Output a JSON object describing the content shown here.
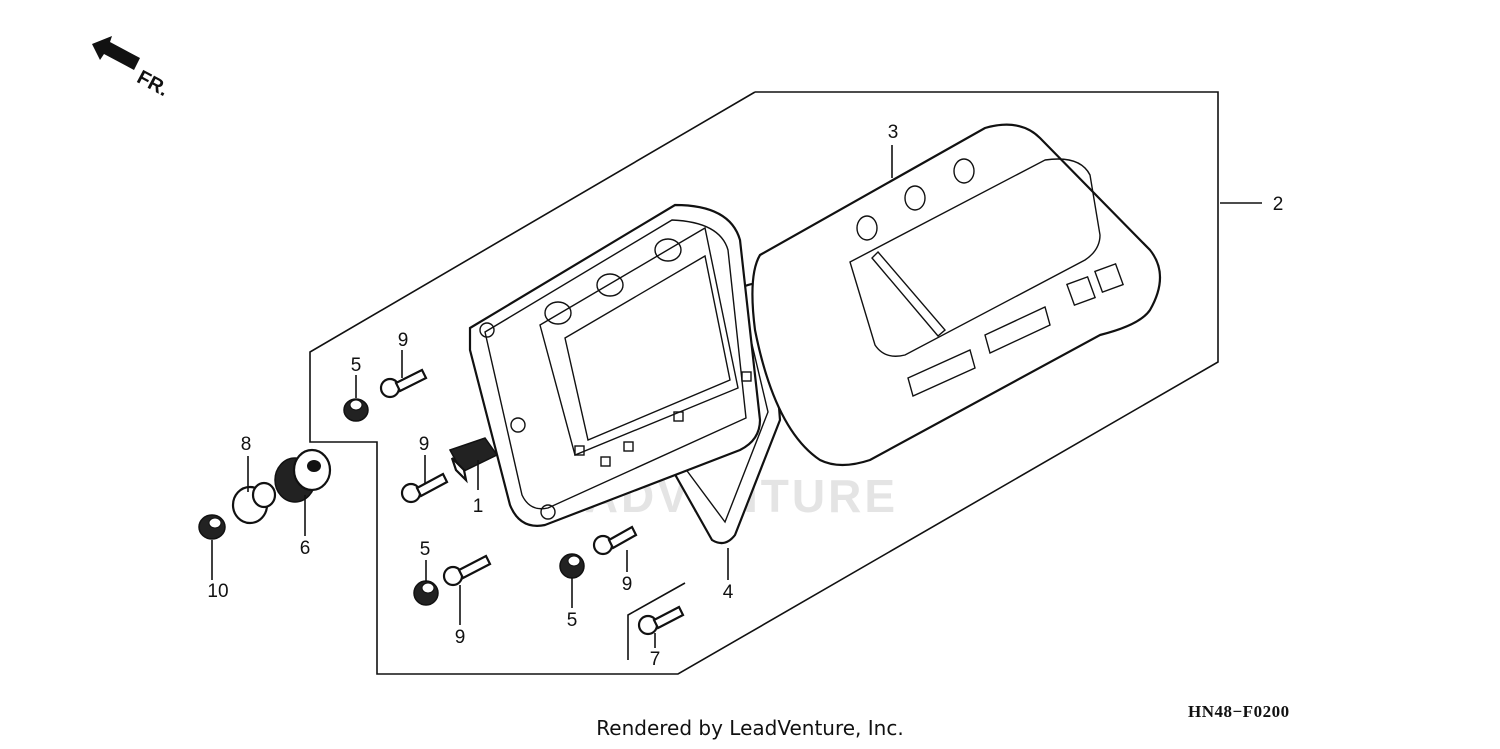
{
  "diagram": {
    "watermark": "LEADVENTURE",
    "direction_label": "FR.",
    "callouts": [
      {
        "id": "1",
        "text": "1"
      },
      {
        "id": "2",
        "text": "2"
      },
      {
        "id": "3",
        "text": "3"
      },
      {
        "id": "4",
        "text": "4"
      },
      {
        "id": "5a",
        "text": "5"
      },
      {
        "id": "5b",
        "text": "5"
      },
      {
        "id": "5c",
        "text": "5"
      },
      {
        "id": "6",
        "text": "6"
      },
      {
        "id": "7",
        "text": "7"
      },
      {
        "id": "8",
        "text": "8"
      },
      {
        "id": "9a",
        "text": "9"
      },
      {
        "id": "9b",
        "text": "9"
      },
      {
        "id": "9c",
        "text": "9"
      },
      {
        "id": "9d",
        "text": "9"
      },
      {
        "id": "10",
        "text": "10"
      }
    ]
  },
  "footer": {
    "rendered_by": "Rendered by LeadVenture, Inc.",
    "diagram_code": "HN48−F0200"
  }
}
